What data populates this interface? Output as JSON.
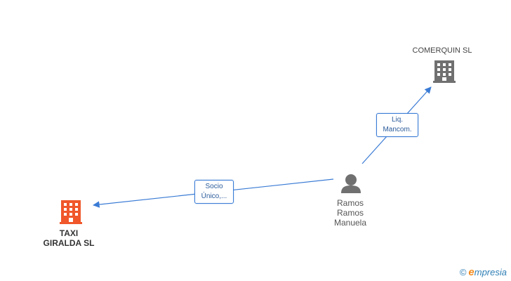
{
  "nodes": {
    "taxi": {
      "line1": "TAXI",
      "line2": "GIRALDA SL",
      "color": "#f0572a"
    },
    "comerquin": {
      "label": "COMERQUIN SL",
      "color": "#707070"
    },
    "person": {
      "line1": "Ramos",
      "line2": "Ramos",
      "line3": "Manuela",
      "color": "#707070"
    }
  },
  "edges": {
    "socio": {
      "line1": "Socio",
      "line2": "Único,..."
    },
    "liq": {
      "line1": "Liq.",
      "line2": "Mancom."
    }
  },
  "edge_color": "#3a7bd5",
  "brand": {
    "copyright": "©",
    "e": "e",
    "rest": "mpresia"
  }
}
